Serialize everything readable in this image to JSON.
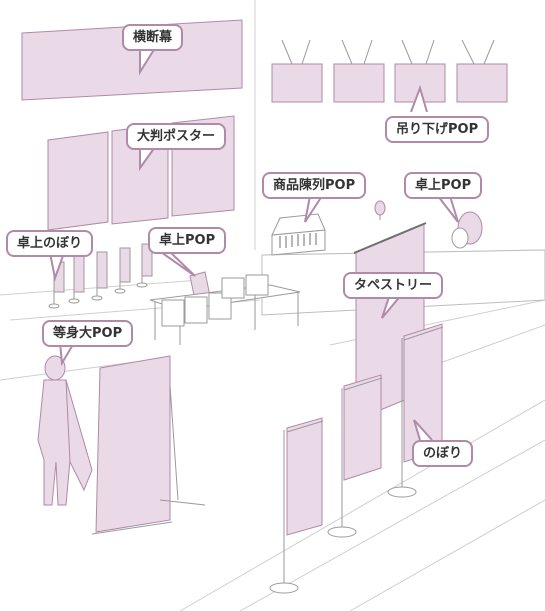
{
  "labels": {
    "yokodanmaku": "横断幕",
    "oban_poster": "大判ポスター",
    "tsurisage_pop": "吊り下げPOP",
    "shohin_chinretsu_pop": "商品陳列POP",
    "takujo_pop_right": "卓上POP",
    "takujo_nobori": "卓上のぼり",
    "takujo_pop_left": "卓上POP",
    "tapestry": "タペストリー",
    "toshindai_pop": "等身大POP",
    "nobori": "のぼり"
  },
  "colors": {
    "fill": "#ead9e6",
    "stroke": "#b08aa8",
    "line": "#c9c9c9",
    "line_dark": "#9a9a9a",
    "text": "#333333"
  }
}
